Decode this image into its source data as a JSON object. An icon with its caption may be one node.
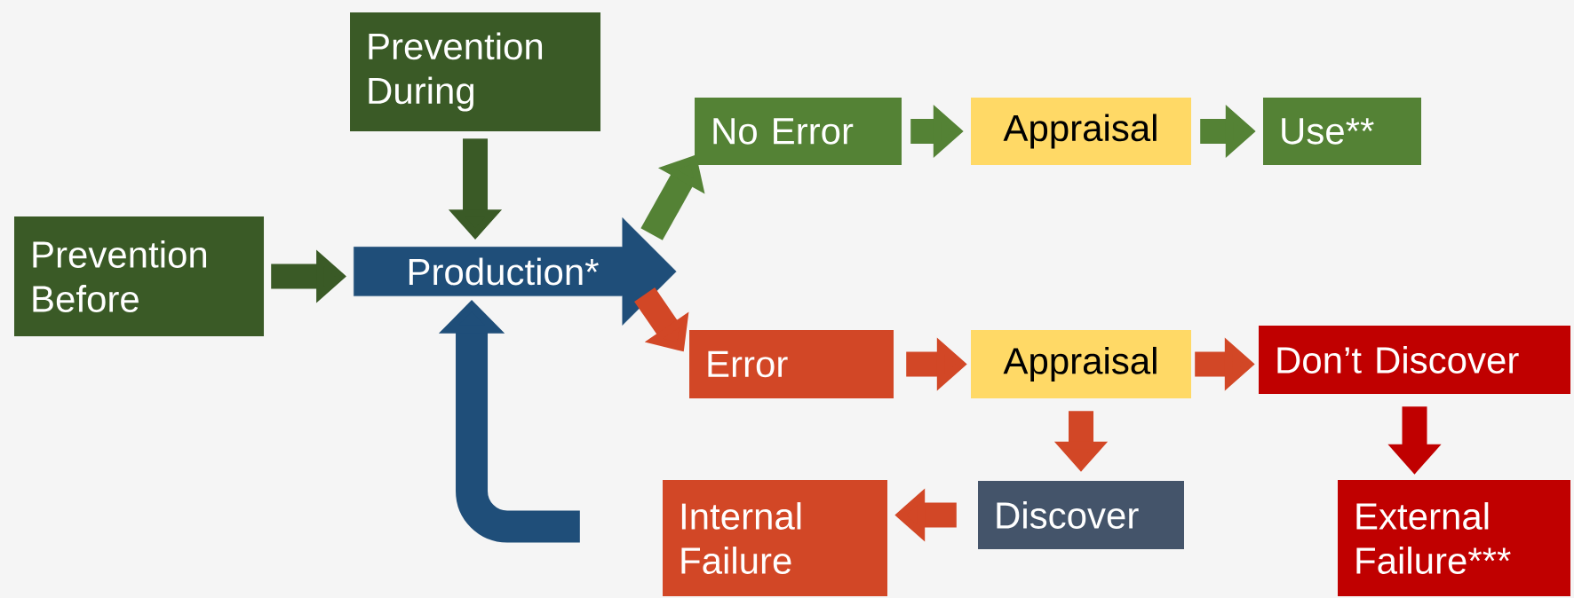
{
  "diagram": {
    "nodes": [
      {
        "text": [
          "Prevention Before"
        ]
      },
      {
        "text": [
          "Prevention During"
        ]
      },
      {
        "text": [
          "Production*"
        ]
      },
      {
        "text": [
          "No Error"
        ]
      },
      {
        "text": [
          "Appraisal"
        ]
      },
      {
        "text": [
          "Use**"
        ]
      },
      {
        "text": [
          "Error"
        ]
      },
      {
        "text": [
          "Appraisal"
        ]
      },
      {
        "text": [
          "Don’t Discover"
        ]
      },
      {
        "text": [
          "Discover"
        ]
      },
      {
        "text": [
          "Internal Failure"
        ]
      },
      {
        "text": [
          "External Failure***"
        ]
      }
    ],
    "edges": [
      {
        "from": 0,
        "to": 2,
        "arrow": "to",
        "color": "#3a5a26"
      },
      {
        "from": 1,
        "to": 2,
        "arrow": "to",
        "color": "#3a5a26"
      },
      {
        "from": 2,
        "to": 3,
        "arrow": "to",
        "color": "#548235"
      },
      {
        "from": 3,
        "to": 4,
        "arrow": "to",
        "color": "#548235"
      },
      {
        "from": 4,
        "to": 5,
        "arrow": "to",
        "color": "#548235"
      },
      {
        "from": 2,
        "to": 6,
        "arrow": "to"
      },
      {
        "from": 6,
        "to": 7,
        "arrow": "to"
      },
      {
        "from": 7,
        "to": 8,
        "arrow": "to"
      },
      {
        "from": 7,
        "to": 9,
        "arrow": "to"
      },
      {
        "from": 9,
        "to": 10,
        "arrow": "to"
      },
      {
        "from": 8,
        "to": 11,
        "arrow": "to",
        "color": "#c00000"
      },
      {
        "from": 10,
        "to": 2,
        "arrow": "to",
        "color": "#1f4e79"
      }
    ]
  }
}
